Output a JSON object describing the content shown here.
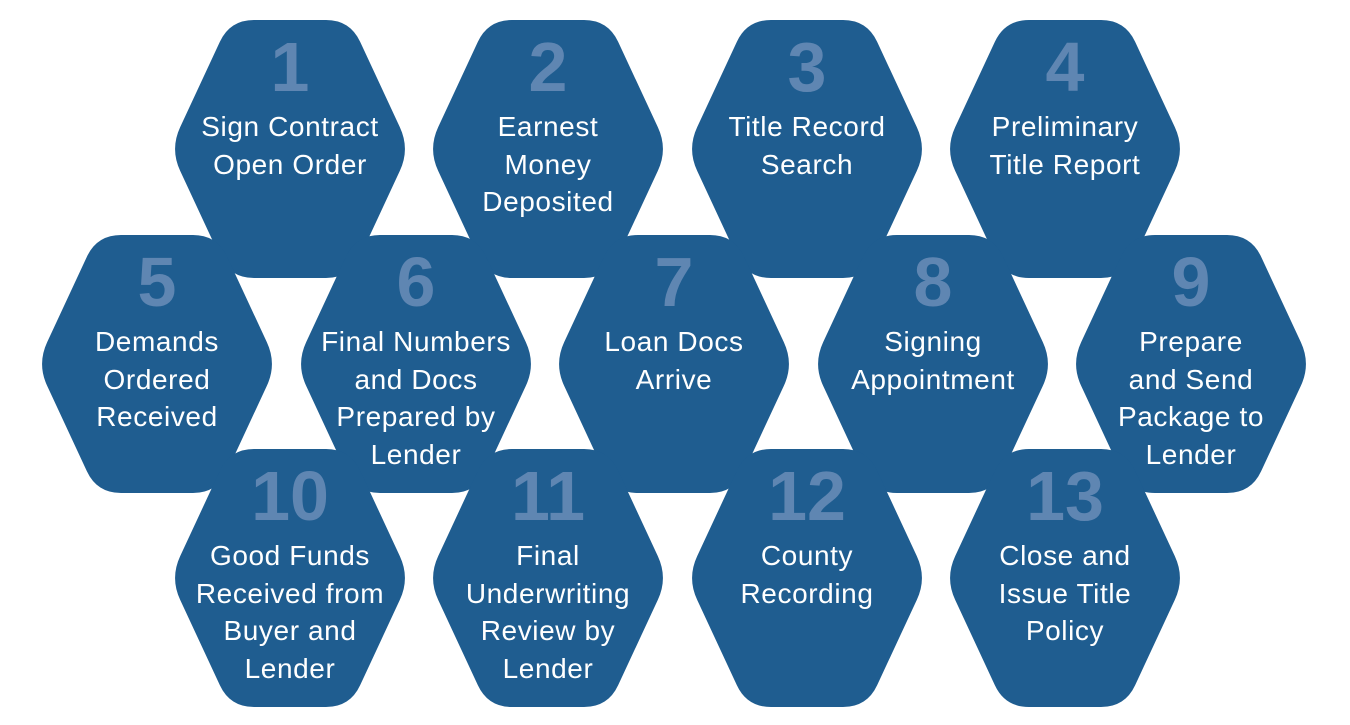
{
  "colors": {
    "hex_fill": "#1f5d90",
    "number": "#5f86b2",
    "label": "#ffffff"
  },
  "steps": [
    {
      "number": "1",
      "label": "Sign Contract\nOpen Order"
    },
    {
      "number": "2",
      "label": "Earnest\nMoney\nDeposited"
    },
    {
      "number": "3",
      "label": "Title Record\nSearch"
    },
    {
      "number": "4",
      "label": "Preliminary\nTitle Report"
    },
    {
      "number": "5",
      "label": "Demands\nOrdered\nReceived"
    },
    {
      "number": "6",
      "label": "Final Numbers\nand Docs\nPrepared by\nLender"
    },
    {
      "number": "7",
      "label": "Loan Docs\nArrive"
    },
    {
      "number": "8",
      "label": "Signing\nAppointment"
    },
    {
      "number": "9",
      "label": "Prepare\nand Send\nPackage to\nLender"
    },
    {
      "number": "10",
      "label": "Good Funds\nReceived from\nBuyer and\nLender"
    },
    {
      "number": "11",
      "label": "Final\nUnderwriting\nReview by\nLender"
    },
    {
      "number": "12",
      "label": "County\nRecording"
    },
    {
      "number": "13",
      "label": "Close and\nIssue Title\nPolicy"
    }
  ]
}
